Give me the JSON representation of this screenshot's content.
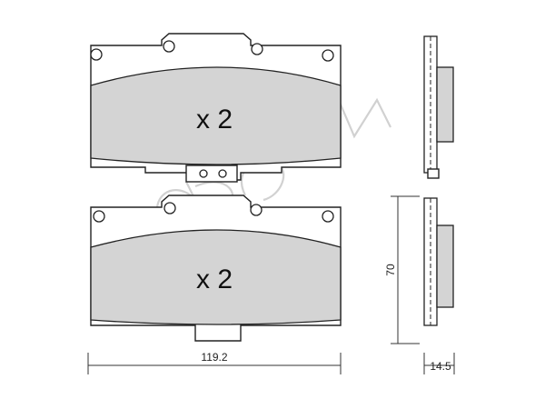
{
  "pads": {
    "top": {
      "quantity": "x 2"
    },
    "bottom": {
      "quantity": "x 2"
    }
  },
  "dimensions": {
    "width": "119.2",
    "height": "70",
    "thickness": "14.5"
  },
  "colors": {
    "friction_material": "#d4d4d4",
    "outline": "#222222",
    "watermark": "#c9c9c9"
  }
}
